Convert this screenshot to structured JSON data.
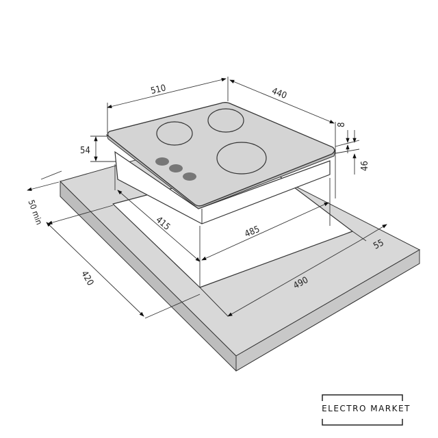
{
  "diagram": {
    "dimensions": {
      "width_top": "510",
      "depth_top": "440",
      "glass_thickness": "8",
      "body_height": "46",
      "total_height": "54",
      "min_wall_clearance": "50 min",
      "cutout_depth": "415",
      "cutout_width": "485",
      "counter_depth": "420",
      "counter_width": "490",
      "front_clearance": "55"
    },
    "colors": {
      "counter_top": "#d8d8d8",
      "counter_side": "#bdbdbd",
      "hob_glass": "#d4d4d4",
      "knob": "#777777"
    }
  },
  "logo": {
    "brand": "ELECTRO MARKET"
  }
}
